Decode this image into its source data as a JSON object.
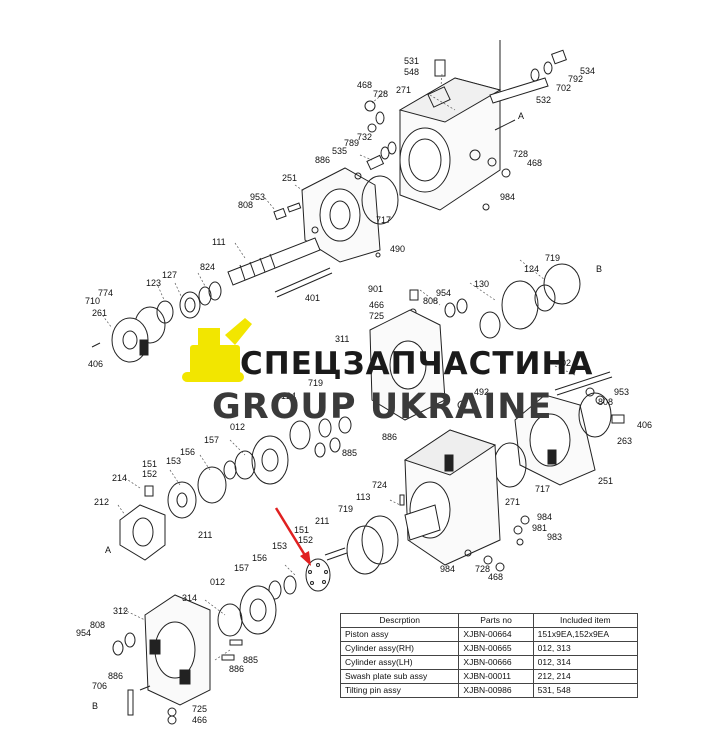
{
  "diagram": {
    "part_labels": {
      "p531a": "531",
      "p548a": "548",
      "p534": "534",
      "p792": "792",
      "p702": "702",
      "p532": "532",
      "p468a": "468",
      "p728a": "728",
      "p271a": "271",
      "pA1": "A",
      "p732": "732",
      "p789": "789",
      "p535": "535",
      "p886a": "886",
      "p728b": "728",
      "p468b": "468",
      "p251a": "251",
      "p953a": "953",
      "p808a": "808",
      "p717a": "717",
      "p984a": "984",
      "p111": "111",
      "p490": "490",
      "p824": "824",
      "p127": "127",
      "p123": "123",
      "p774": "774",
      "p710": "710",
      "p261": "261",
      "p406a": "406",
      "p401": "401",
      "p719a": "719",
      "pB1": "B",
      "p124a": "124",
      "p130": "130",
      "p901": "901",
      "p954a": "954",
      "p466a": "466",
      "p808b": "808",
      "p725a": "725",
      "p311": "311",
      "p402": "402",
      "p953b": "953",
      "p808c": "808",
      "p492": "492",
      "p406b": "406",
      "p263": "263",
      "p719b": "719",
      "p124b": "124",
      "p012a": "012",
      "p886b": "886",
      "p885a": "885",
      "p157a": "157",
      "p156a": "156",
      "p153a": "153",
      "p151a": "151",
      "p152a": "152",
      "p214": "214",
      "p212": "212",
      "pA2": "A",
      "p211a": "211",
      "p724": "724",
      "p113": "113",
      "p717b": "717",
      "p251b": "251",
      "p271b": "271",
      "p211b": "211",
      "p719c": "719",
      "p984b": "984",
      "p981": "981",
      "p983": "983",
      "p984c": "984",
      "p728c": "728",
      "p468c": "468",
      "p151b": "151",
      "p152b": "152",
      "p153b": "153",
      "p156b": "156",
      "p157b": "157",
      "p012b": "012",
      "p314": "314",
      "p312": "312",
      "p808d": "808",
      "p954b": "954",
      "p885b": "885",
      "p886c": "886",
      "p886d": "886",
      "p706": "706",
      "pB2": "B",
      "p725b": "725",
      "p466b": "466"
    }
  },
  "watermark": {
    "line1": "СПЕЦЗАПЧАСТИНА",
    "line2": "GROUP UKRAINE",
    "logo_color": "#f2e600"
  },
  "parts_table": {
    "headers": [
      "Descrption",
      "Parts no",
      "Included item"
    ],
    "rows": [
      [
        "Piston  assy",
        "XJBN-00664",
        "151x9EA,152x9EA"
      ],
      [
        "Cylinder  assy(RH)",
        "XJBN-00665",
        "012, 313"
      ],
      [
        "Cylinder  assy(LH)",
        "XJBN-00666",
        "012, 314"
      ],
      [
        "Swash plate sub assy",
        "XJBN-00011",
        "212, 214"
      ],
      [
        "Tilting pin assy",
        "XJBN-00986",
        "531, 548"
      ]
    ]
  },
  "arrow_color": "#e02020"
}
